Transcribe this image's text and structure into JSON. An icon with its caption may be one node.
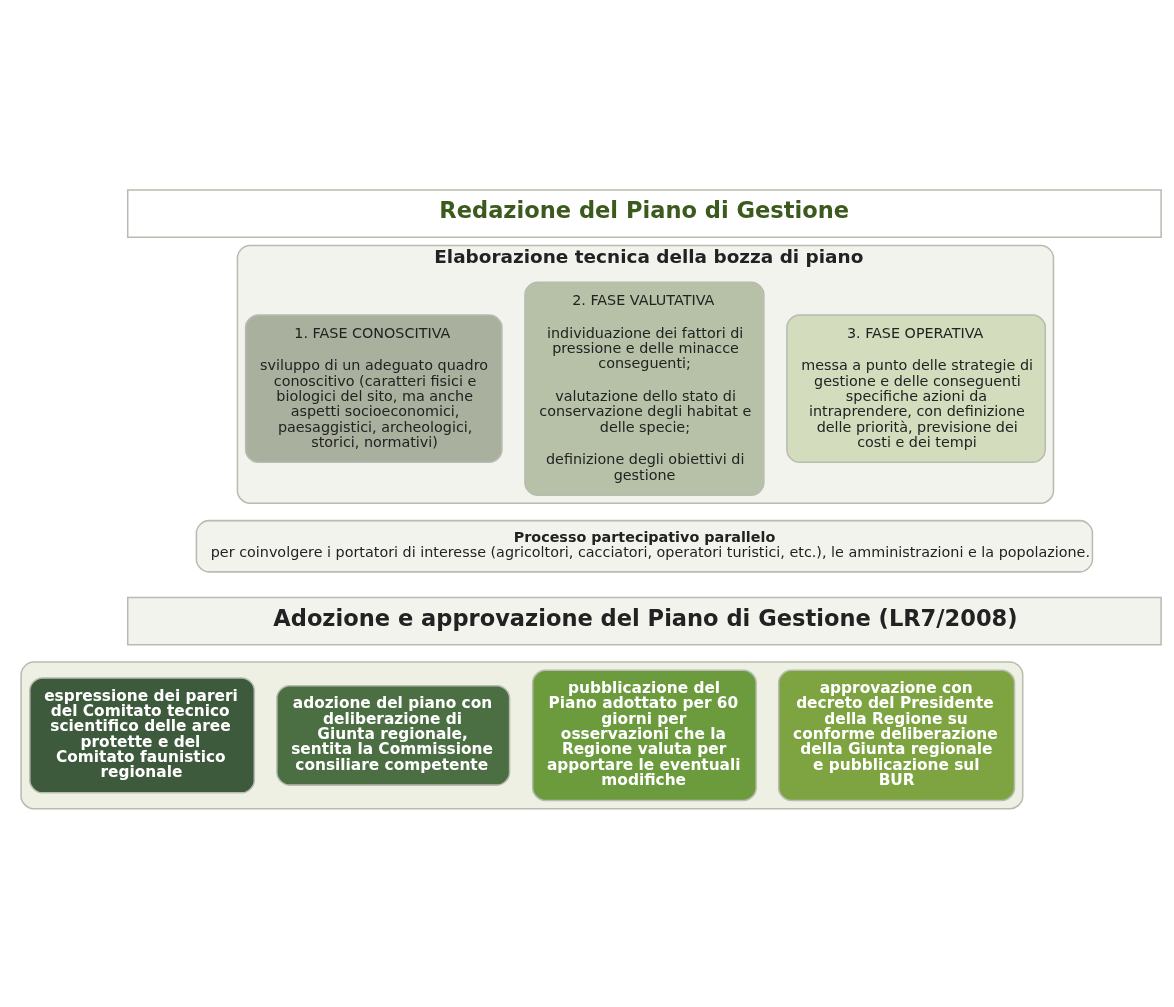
{
  "diagram": {
    "nodes": [
      {
        "text": [
          "Redazione del Piano di Gestione"
        ]
      },
      {
        "text": [
          "Elaborazione tecnica della bozza di piano"
        ]
      },
      {
        "text": [
          "1. FASE CONOSCITIVA",
          "sviluppo di un adeguato quadro conoscitivo (caratteri fisici e biologici del sito, ma anche aspetti socioeconomici, paesaggistici, archeologici, storici, normativi)"
        ],
        "in": 1
      },
      {
        "text": [
          "2. FASE VALUTATIVA",
          "individuazione dei fattori di pressione e delle minacce conseguenti;",
          "valutazione dello stato di conservazione degli habitat e delle specie;",
          "definizione degli obiettivi di gestione"
        ],
        "in": 1
      },
      {
        "text": [
          "3. FASE OPERATIVA",
          "messa a punto delle strategie di gestione e delle conseguenti specifiche azioni da intraprendere, con definizione delle priorità, previsione dei costi e dei tempi"
        ],
        "in": 1
      },
      {
        "text": [
          "Processo partecipativo parallelo",
          "per coinvolgere i portatori di interesse (agricoltori, cacciatori, operatori turistici, etc.), le amministrazioni e la popolazione."
        ]
      },
      {
        "text": [
          "Adozione e approvazione del Piano di Gestione (LR7/2008)"
        ]
      },
      {
        "text": [],
        "shape": "box"
      },
      {
        "text": [
          "espressione dei pareri del Comitato tecnico scientifico delle aree protette e del Comitato faunistico regionale"
        ],
        "in": 7
      },
      {
        "text": [
          "adozione del piano con deliberazione di Giunta regionale, sentita la Commissione consiliare competente"
        ],
        "in": 7
      },
      {
        "text": [
          "pubblicazione del Piano adottato per 60 giorni per osservazioni che la Regione valuta per apportare le eventuali modifiche"
        ],
        "in": 7
      },
      {
        "text": [
          "approvazione con decreto del Presidente della Regione su conforme deliberazione della Giunta regionale e pubblicazione sul BUR"
        ],
        "in": 7
      }
    ],
    "edges": []
  }
}
